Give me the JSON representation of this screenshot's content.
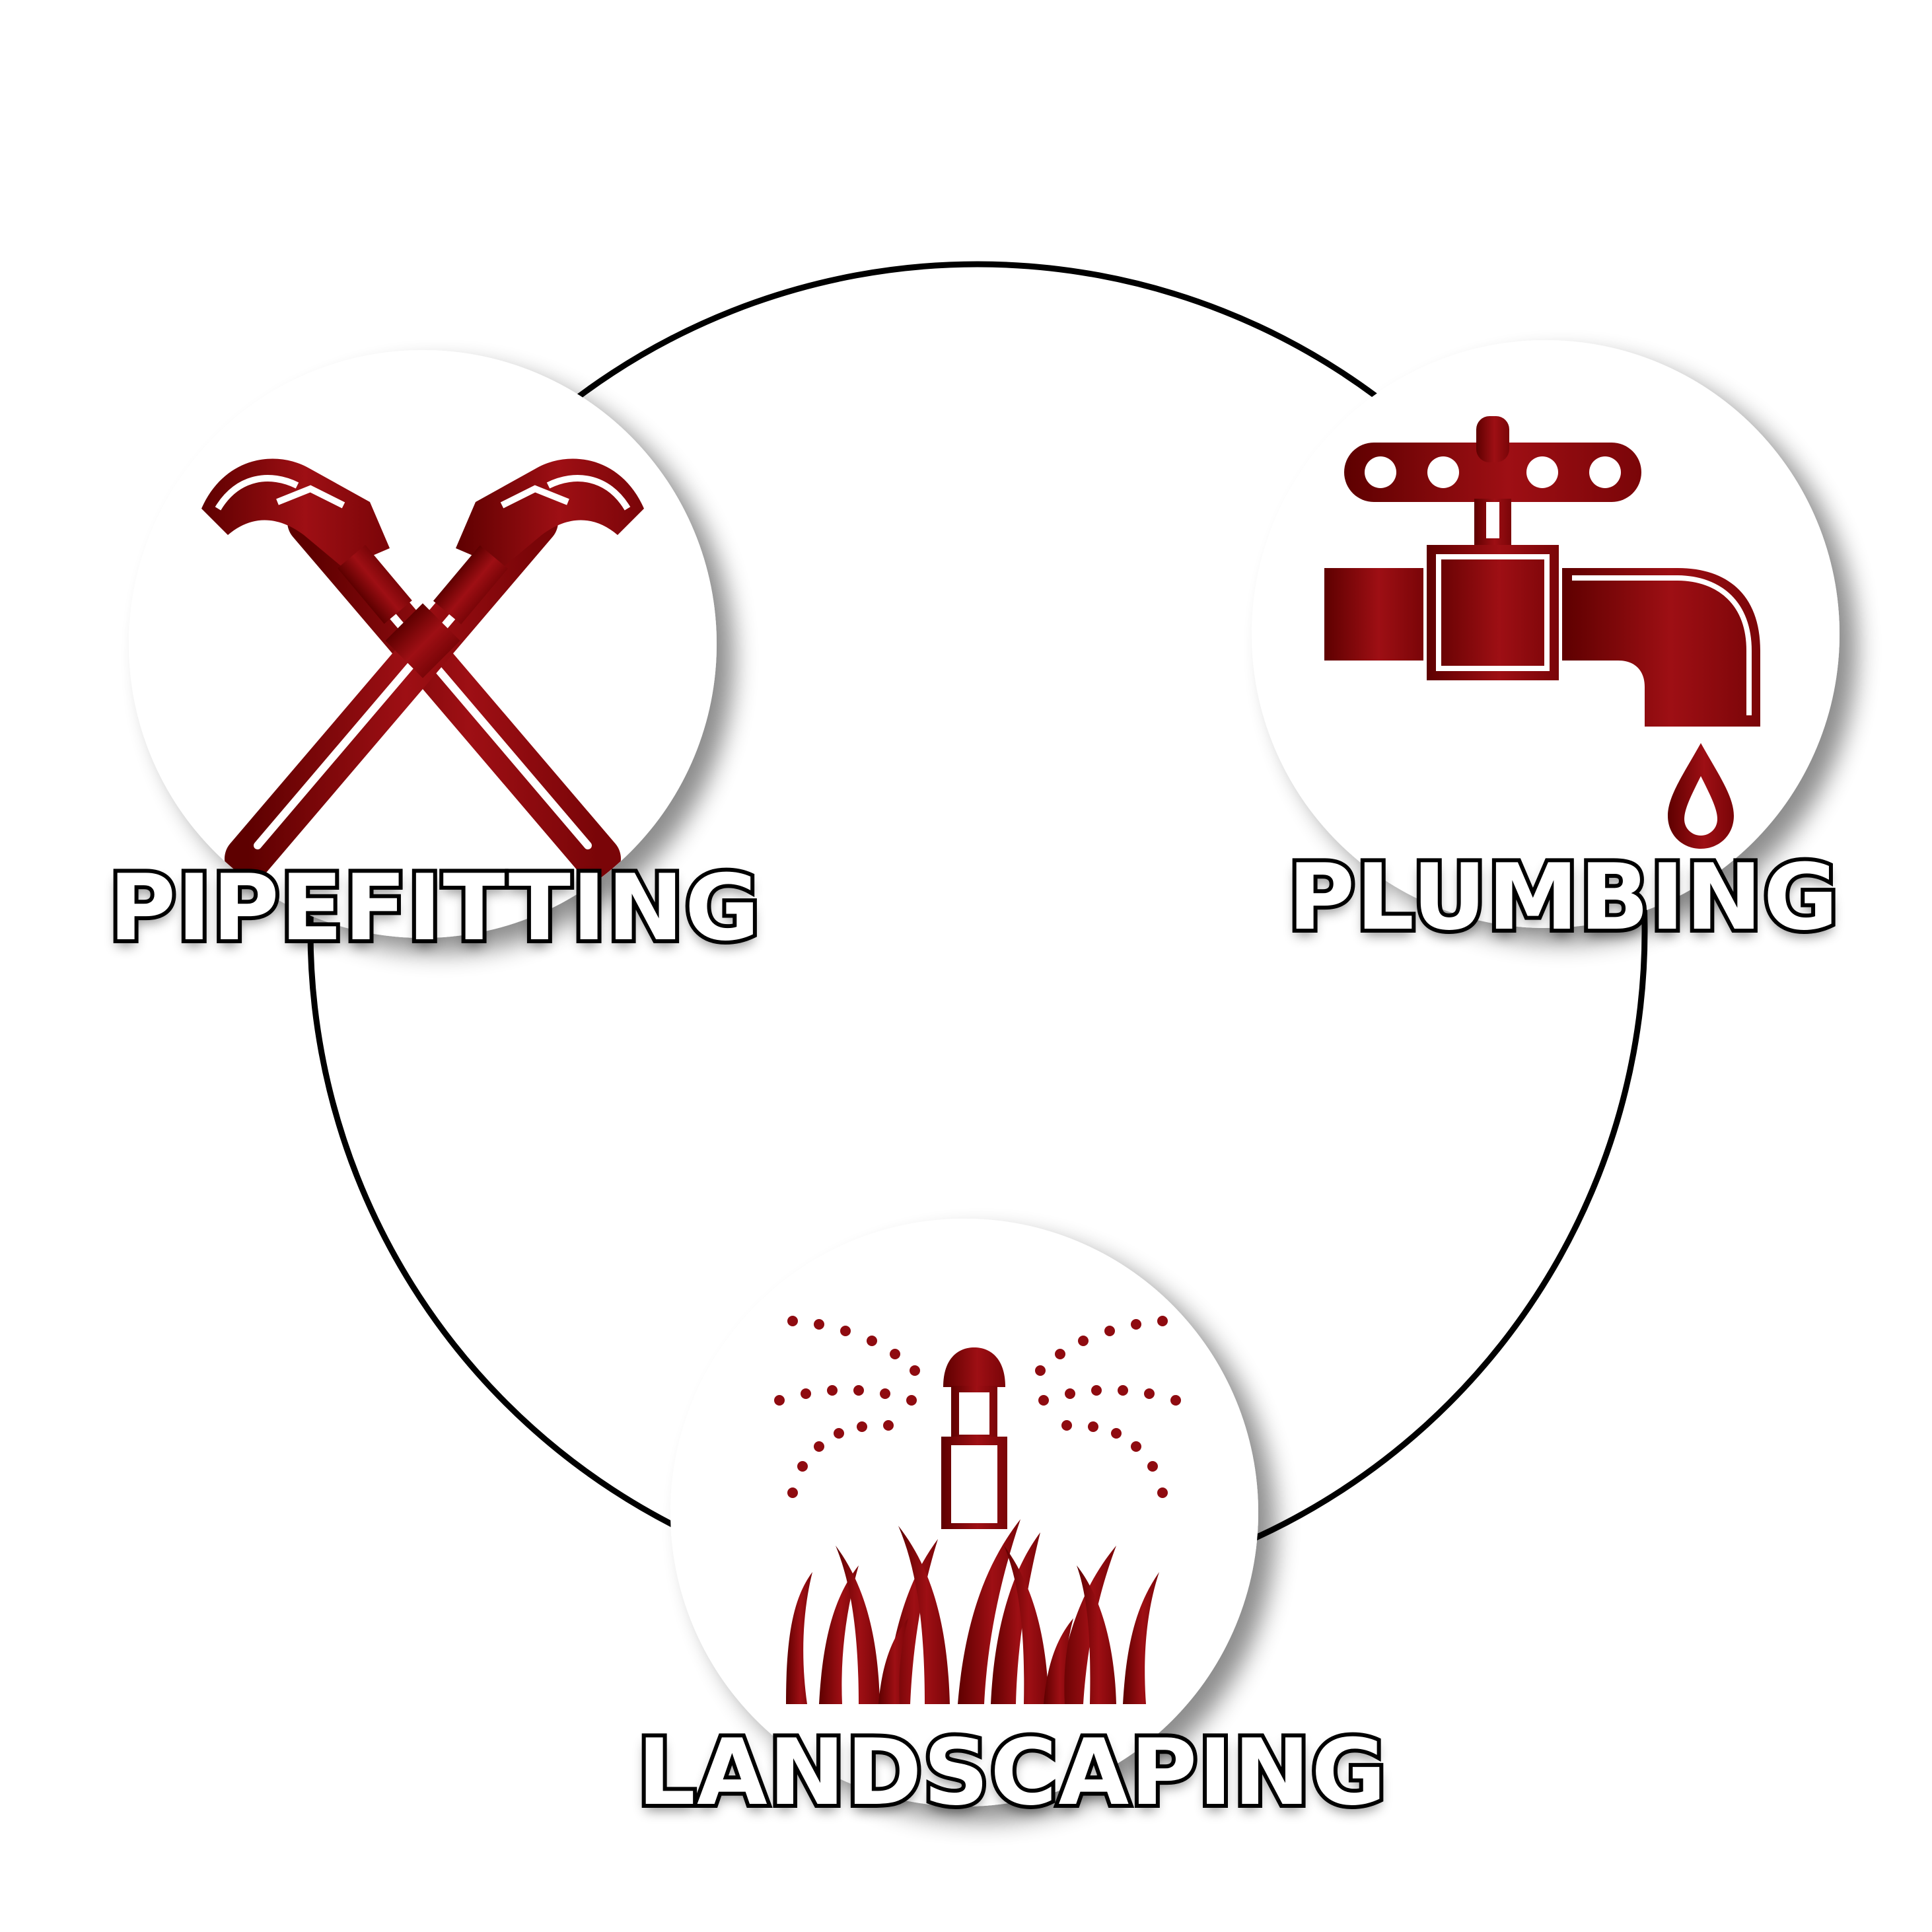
{
  "colors": {
    "accent_dark": "#6a0000",
    "accent": "#9e0f14",
    "ring": "#000000",
    "badge_fill": "#ffffff",
    "label_fill": "#ffffff",
    "label_stroke": "#000000"
  },
  "services": [
    {
      "id": "pipefitting",
      "label": "PIPEFITTING",
      "icon": "crossed-pipe-wrenches-icon"
    },
    {
      "id": "plumbing",
      "label": "PLUMBING",
      "icon": "water-faucet-icon"
    },
    {
      "id": "landscaping",
      "label": "LANDSCAPING",
      "icon": "lawn-sprinkler-icon"
    }
  ]
}
